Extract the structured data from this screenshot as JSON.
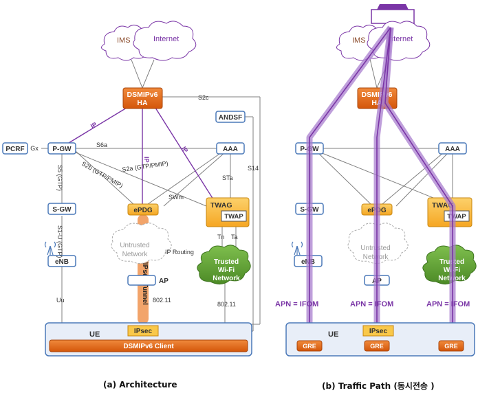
{
  "captions": {
    "a": "(a) Architecture",
    "b": "(b) Traffic Path (동시전송 )"
  },
  "clouds": {
    "ims": "IMS",
    "internet": "Internet"
  },
  "nodes": {
    "ha_line1": "DSMIPv6",
    "ha_line2": "HA",
    "andsf": "ANDSF",
    "pcrf": "PCRF",
    "pgw": "P-GW",
    "aaa": "AAA",
    "sgw": "S-GW",
    "epdg": "ePDG",
    "twag": "TWAG",
    "twap": "TWAP",
    "enb": "eNB",
    "ap": "AP",
    "untrusted_line1": "Untrusted",
    "untrusted_line2": "Network",
    "trusted_line1": "Trusted",
    "trusted_line2": "Wi-Fi",
    "trusted_line3": "Network",
    "ue": "UE",
    "ipsec": "IPsec",
    "dsmip_client": "DSMIPv6 Client",
    "gre": "GRE"
  },
  "interfaces": {
    "s2c": "S2c",
    "gx": "Gx",
    "s6a": "S6a",
    "s14": "S14",
    "sta": "STa",
    "swm": "SWm",
    "s2a": "S2a (GTP/PMIP)",
    "s2b": "S2b (GTP/PMIP)",
    "s5": "S5 (GTP)",
    "s1u": "S1-U (GTP)",
    "tn": "Tn",
    "ta": "Ta",
    "uu": "Uu",
    "wifi": "802.11",
    "ip": "IP",
    "ip_routing": "IP Routing",
    "tunnel": "MOBIKE/IPsec Tunnel"
  },
  "apn_label": "APN = IFOM",
  "colors": {
    "orange": "#e0620e",
    "orange_border": "#a8440a",
    "yellow": "#f9b233",
    "blue_border": "#4a78b8",
    "green": "#5a9a31",
    "purple": "#7a35a6",
    "purple_light": "#a97fcf",
    "tunnel": "#f2a46a",
    "ue_fill": "#e8eef8"
  }
}
